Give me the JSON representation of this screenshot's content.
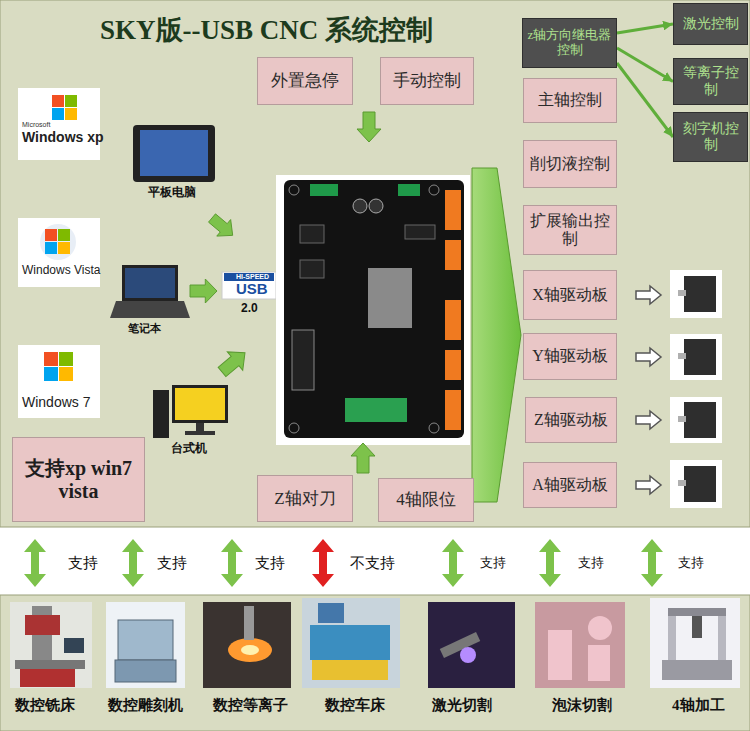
{
  "diagram": {
    "title": "SKY版--USB CNC 系统控制",
    "nodes": [
      {
        "text": [
          "外置急停"
        ]
      },
      {
        "text": [
          "手动控制"
        ]
      },
      {
        "text": [
          "支持xp win7 vista"
        ]
      },
      {
        "text": [
          "Z轴对刀"
        ]
      },
      {
        "text": [
          "4轴限位"
        ]
      },
      {
        "text": [
          "z轴方向继电器控制"
        ]
      },
      {
        "text": [
          "激光控制"
        ]
      },
      {
        "text": [
          "等离子控制"
        ]
      },
      {
        "text": [
          "刻字机控制"
        ]
      },
      {
        "text": [
          "主轴控制"
        ]
      },
      {
        "text": [
          "削切液控制"
        ]
      },
      {
        "text": [
          "扩展输出控制"
        ]
      },
      {
        "text": [
          "X轴驱动板"
        ]
      },
      {
        "text": [
          "Y轴驱动板"
        ]
      },
      {
        "text": [
          "Z轴驱动板"
        ]
      },
      {
        "text": [
          "A轴驱动板"
        ]
      }
    ],
    "edges": [
      {
        "from": 5,
        "to": 6,
        "arrow": "to"
      },
      {
        "from": 5,
        "to": 7,
        "arrow": "to"
      },
      {
        "from": 5,
        "to": 8,
        "arrow": "to"
      }
    ],
    "labels": [
      "Microsoft",
      "Windows xp",
      "Windows Vista",
      "Windows 7",
      "平板电脑",
      "笔记本",
      "HI-SPEED",
      "USB",
      "2.0",
      "台式机",
      "支持",
      "支持",
      "支持",
      "不支持",
      "支持",
      "支持",
      "支持",
      "数控铣床",
      "数控雕刻机",
      "数控等离子",
      "数控车床",
      "激光切割",
      "泡沫切割",
      "4轴加工"
    ]
  }
}
